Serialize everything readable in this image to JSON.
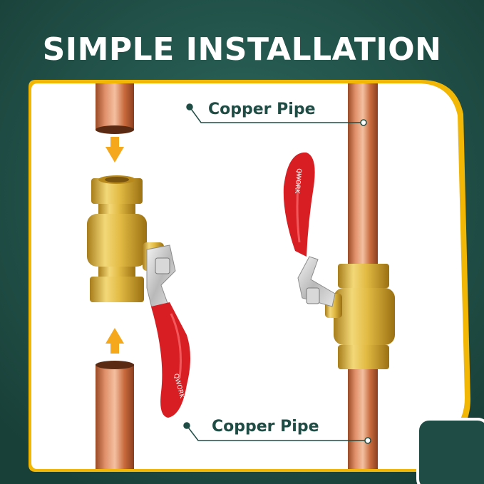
{
  "title": "SIMPLE INSTALLATION",
  "labels": {
    "top": "Copper Pipe",
    "bottom": "Copper Pipe"
  },
  "handle_text": "QWORK",
  "colors": {
    "background": "#1f4d45",
    "frame": "#f2b705",
    "panel": "#ffffff",
    "label": "#1f4d45",
    "arrow": "#f5a81c",
    "copper": "#c86a3d",
    "brass": "#d9b43a",
    "handle": "#d81e22"
  },
  "icons": [
    "down-arrow-icon",
    "up-arrow-icon",
    "callout-dot-icon"
  ]
}
